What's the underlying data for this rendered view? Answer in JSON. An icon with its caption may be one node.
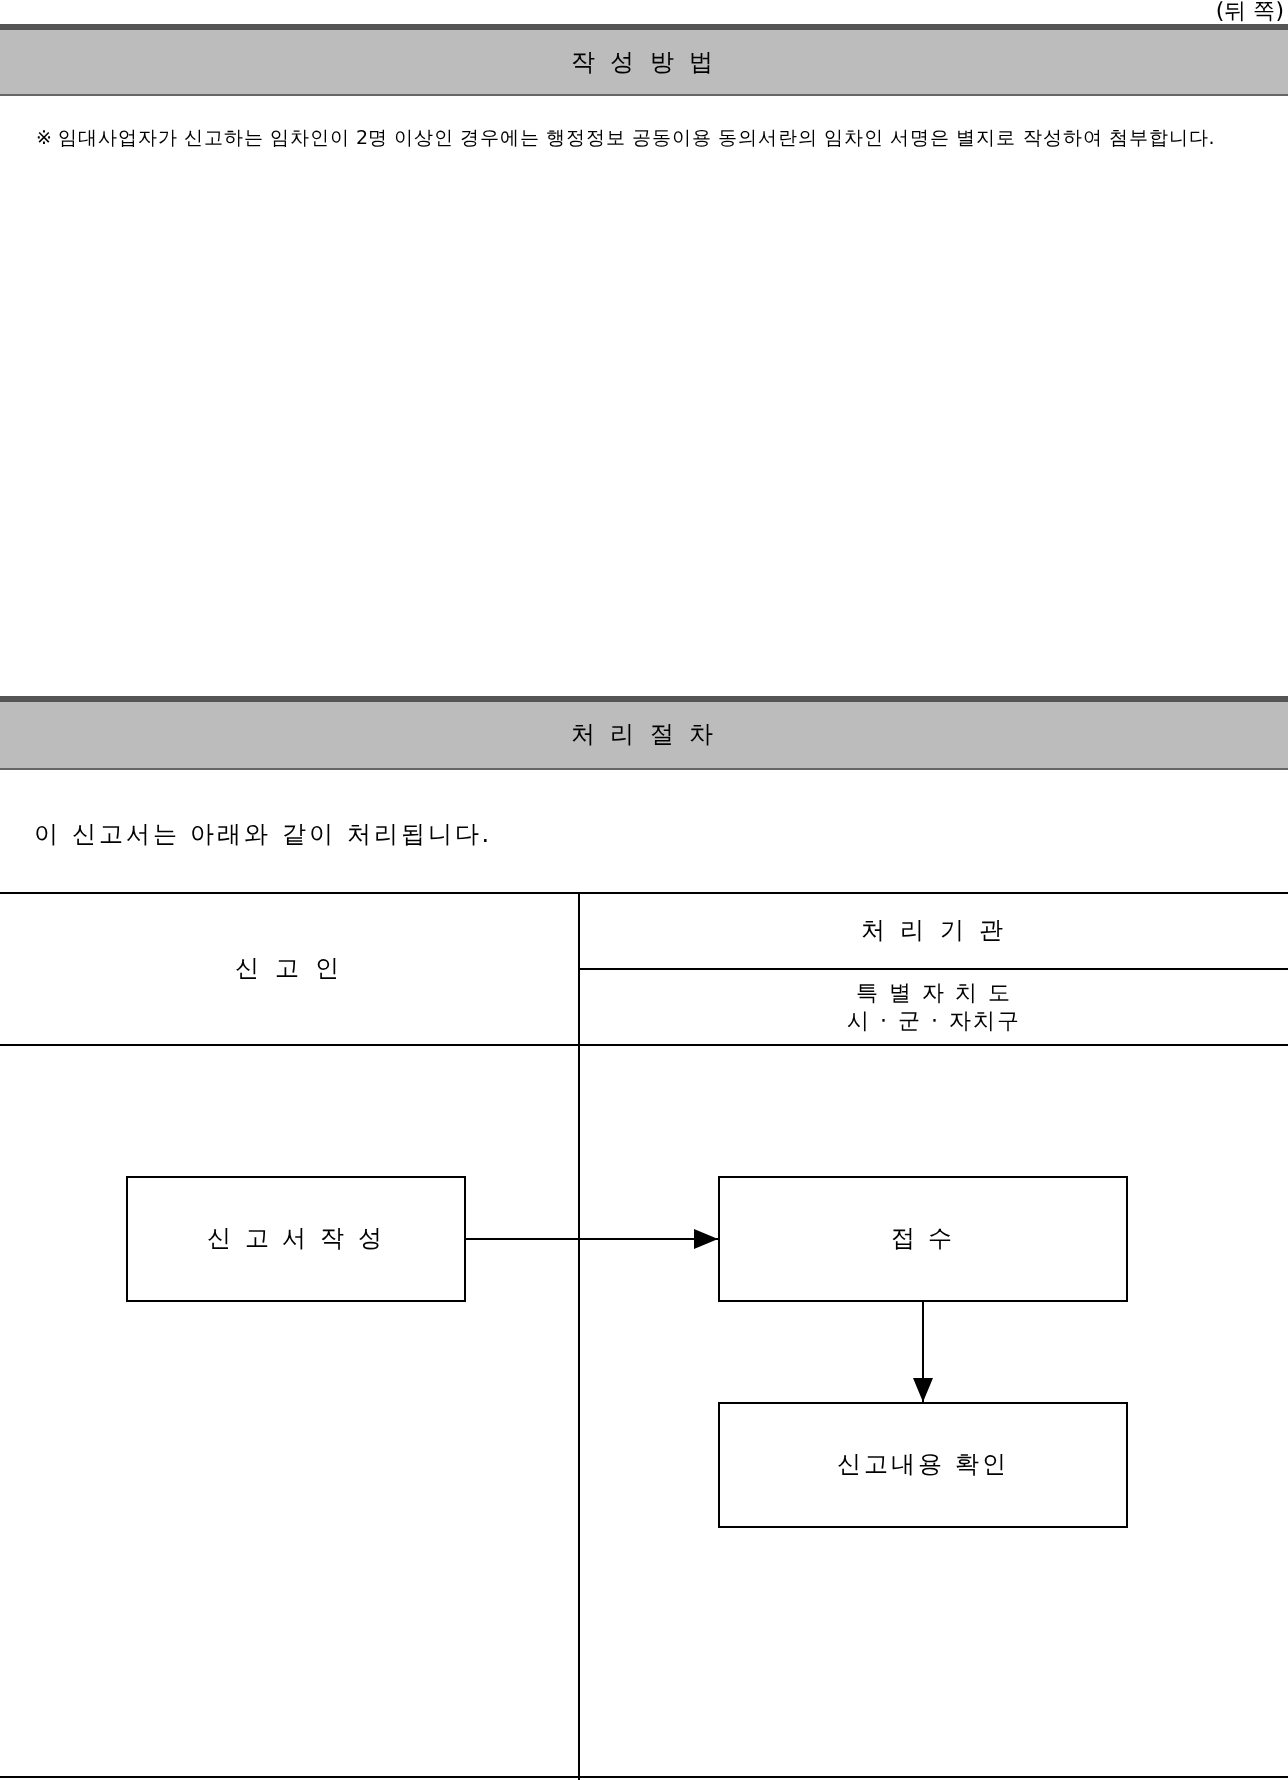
{
  "diagram": {
    "nodes": [
      {
        "text": [
          "작 성 방 법"
        ]
      },
      {
        "text": [
          "처 리 절 차"
        ]
      },
      {
        "text": [
          "신 고 서 작 성"
        ]
      },
      {
        "text": [
          "접 수"
        ]
      },
      {
        "text": [
          "신고내용 확인"
        ]
      }
    ],
    "edges": [
      {
        "from": 2,
        "to": 3,
        "arrow": "to"
      },
      {
        "from": 3,
        "to": 4,
        "arrow": "to"
      }
    ],
    "labels": [
      "(뒤 쪽)",
      "※ 임대사업자가 신고하는 임차인이 2명 이상인 경우에는 행정정보 공동이용 동의서란의 임차인 서명은 별지로 작성하여 첨부합니다.",
      "이 신고서는 아래와 같이 처리됩니다.",
      "신 고 인",
      "처 리 기 관",
      "특 별 자 치 도 시 · 군 · 자치구"
    ]
  }
}
